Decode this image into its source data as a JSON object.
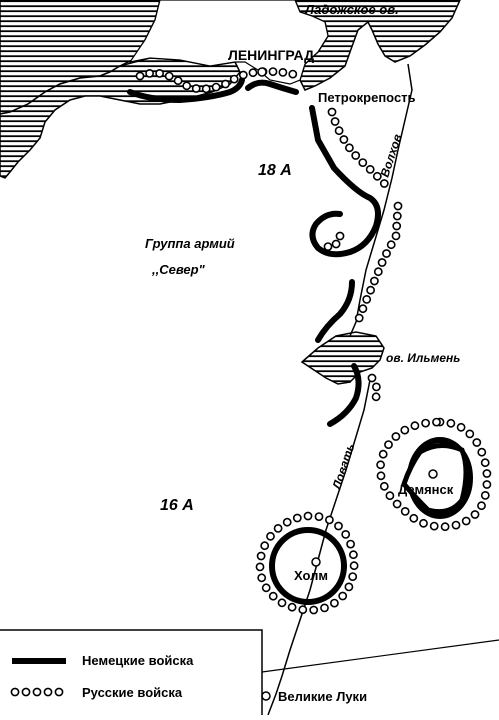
{
  "map": {
    "lake_ladoga": "Ладожское ов.",
    "leningrad": "ЛЕНИНГРАД",
    "petrokrepost": "Петрокрепость",
    "army_18": "18 А",
    "army_group_line1": "Группа армий",
    "army_group_line2": ",,Север\"",
    "river_volkhov": "Волхов",
    "lake_ilmen": "ов. Ильмень",
    "river_lovat": "Ловать",
    "army_16": "16 А",
    "demyansk": "Демянск",
    "kholm": "Холм",
    "velikie_luki": "Великие Луки"
  },
  "legend": {
    "german_label": "Немецкие войска",
    "russian_label": "Русские войска",
    "russian_symbol": "ооооо"
  },
  "colors": {
    "ink": "#000000",
    "paper": "#ffffff"
  }
}
